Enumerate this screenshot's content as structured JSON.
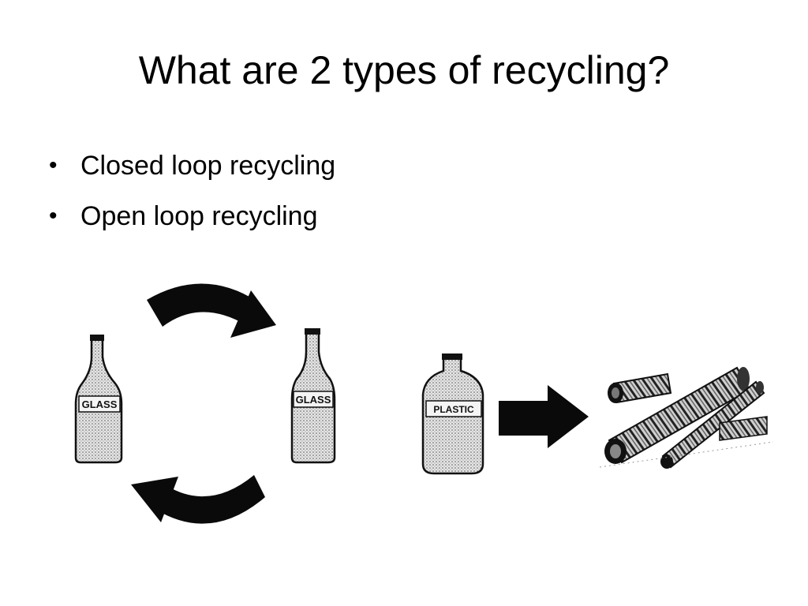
{
  "slide": {
    "title": "What are 2 types of recycling?",
    "bullets": [
      {
        "symbol": "•",
        "text": "Closed loop recycling"
      },
      {
        "symbol": "•",
        "text": "Open loop recycling"
      }
    ]
  },
  "illustrations": {
    "closed_loop": {
      "left_bottle_label": "GLASS",
      "right_bottle_label": "GLASS",
      "top_arrow_icon": "curved-arrow-right-icon",
      "bottom_arrow_icon": "curved-arrow-left-icon"
    },
    "open_loop": {
      "bottle_label": "PLASTIC",
      "arrow_icon": "arrow-right-icon",
      "result_icon": "pipes-icon"
    }
  },
  "colors": {
    "background": "#ffffff",
    "text": "#000000",
    "ink": "#111111",
    "bottle_fill": "#d9d9d9"
  }
}
